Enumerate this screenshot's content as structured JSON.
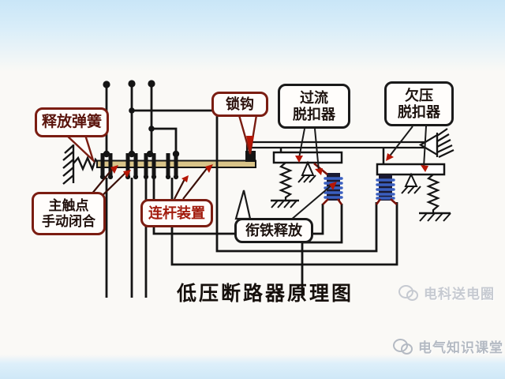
{
  "title": "低压断路器原理图",
  "callouts": {
    "release_spring": "释放弹簧",
    "lock_hook": "锁钩",
    "overcurrent_trip": "过流\n脱扣器",
    "undervoltage_trip": "欠压\n脱扣器",
    "main_contact": "主触点\n手动闭合",
    "linkage": "连杆装置",
    "armature_release": "衔铁释放"
  },
  "watermarks": {
    "middle": "电科送电圈",
    "bottom": "电气知识课堂"
  },
  "colors": {
    "callout_red_border": "#7b1d12",
    "arrow_red": "#b51605",
    "link_bar_tan": "#d9c489",
    "coil_blue": "#3a5fc0",
    "line_black": "#141414",
    "watermark_gray_mid": "#c6cad1",
    "watermark_gray_bottom": "#b4bac3",
    "background_blue": "#c9e6f7"
  }
}
